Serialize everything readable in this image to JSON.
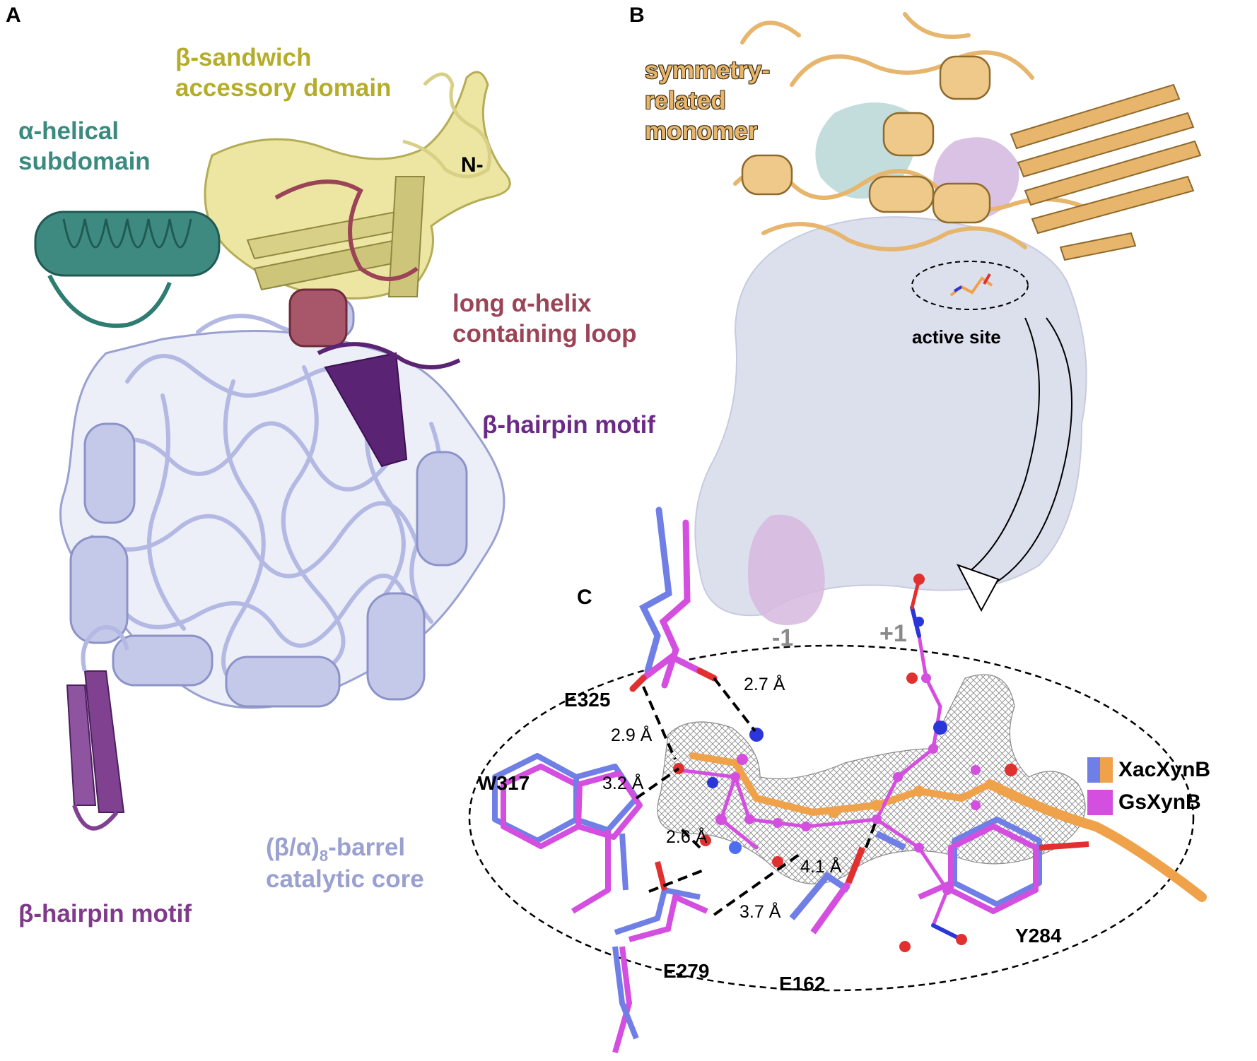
{
  "panels": {
    "a": "A",
    "b": "B",
    "c": "C"
  },
  "panel_a": {
    "beta_sandwich_line1": "β-sandwich",
    "beta_sandwich_line2": "accessory domain",
    "alpha_helical_line1": "α-helical",
    "alpha_helical_line2": "subdomain",
    "n_terminus": "N-",
    "long_helix_line1": "long α-helix",
    "long_helix_line2": "containing loop",
    "hairpin_top": "β-hairpin motif",
    "hairpin_bottom": "β-hairpin motif",
    "barrel_line1": "(β/α)",
    "barrel_sub": "8",
    "barrel_line1_rest": "-barrel",
    "barrel_line2": "catalytic core"
  },
  "panel_b": {
    "symmetry_line1": "symmetry-",
    "symmetry_line2": "related",
    "symmetry_line3": "monomer",
    "active_site": "active site"
  },
  "panel_c": {
    "subsite_minus": "-1",
    "subsite_plus": "+1",
    "residues": {
      "e325": "E325",
      "w317": "W317",
      "e279": "E279",
      "e162": "E162",
      "y284": "Y284"
    },
    "distances": {
      "d27": "2.7 Å",
      "d29": "2.9 Å",
      "d32": "3.2 Å",
      "d26": "2.6 Å",
      "d41": "4.1 Å",
      "d37": "3.7 Å"
    },
    "legend": [
      {
        "label": "XacXynB",
        "colors": [
          "#6f7fe6",
          "#f0a24a"
        ]
      },
      {
        "label": "GsXynB",
        "colors": [
          "#d44fe0"
        ]
      }
    ]
  },
  "colors": {
    "core": "#b3b9e3",
    "core_dark": "#8c93c7",
    "accessory": "#e6df84",
    "accessory_dark": "#b5ad55",
    "helical": "#2f7c72",
    "long_helix": "#9b4457",
    "hairpin": "#5b2373",
    "hairpin_light": "#7f4190",
    "symmetry": "#e7b56c",
    "surface": "#dcdfec",
    "xac": "#6f7fe6",
    "gs": "#d44fe0",
    "ligand": "#f0a24a",
    "oxygen": "#e03030",
    "nitrogen": "#2a36d8"
  }
}
